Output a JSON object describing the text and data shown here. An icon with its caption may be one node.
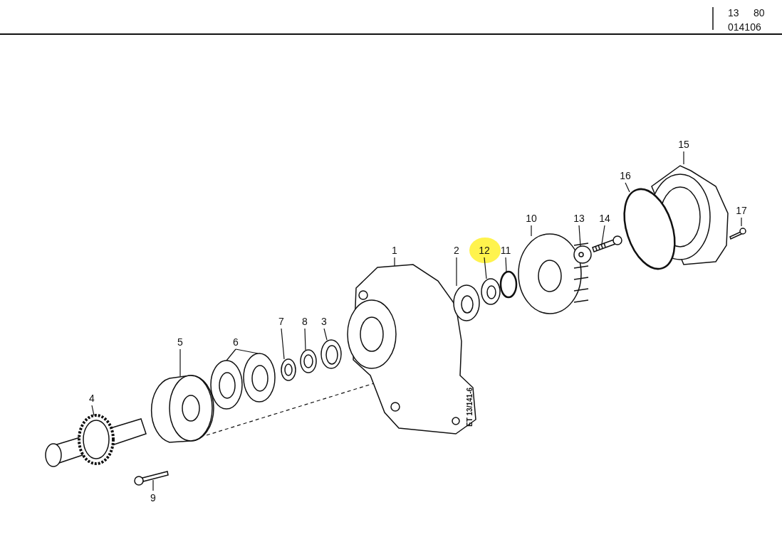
{
  "diagram": {
    "nodes": [
      {
        "text": [
          "1"
        ]
      },
      {
        "text": [
          "2"
        ]
      },
      {
        "text": [
          "3"
        ]
      },
      {
        "text": [
          "4"
        ]
      },
      {
        "text": [
          "5"
        ]
      },
      {
        "text": [
          "6"
        ]
      },
      {
        "text": [
          "7"
        ]
      },
      {
        "text": [
          "8"
        ]
      },
      {
        "text": [
          "9"
        ]
      },
      {
        "text": [
          "10"
        ]
      },
      {
        "text": [
          "11"
        ]
      },
      {
        "text": [
          "12"
        ]
      },
      {
        "text": [
          "13"
        ]
      },
      {
        "text": [
          "14"
        ]
      },
      {
        "text": [
          "15"
        ]
      },
      {
        "text": [
          "16"
        ]
      },
      {
        "text": [
          "17"
        ]
      },
      {
        "text": [],
        "shape": "picture"
      },
      {
        "text": [],
        "shape": "picture"
      },
      {
        "text": [],
        "shape": "picture"
      },
      {
        "text": [],
        "shape": "picture"
      },
      {
        "text": [],
        "shape": "picture"
      },
      {
        "text": [],
        "shape": "picture"
      },
      {
        "text": [],
        "shape": "picture"
      },
      {
        "text": [],
        "shape": "picture"
      },
      {
        "text": [],
        "shape": "picture"
      },
      {
        "text": [],
        "shape": "picture"
      },
      {
        "text": [],
        "shape": "picture"
      },
      {
        "text": [],
        "shape": "circle"
      },
      {
        "text": [],
        "shape": "picture"
      },
      {
        "text": [],
        "shape": "picture"
      },
      {
        "text": [],
        "shape": "picture"
      },
      {
        "text": [],
        "shape": "picture"
      },
      {
        "text": [],
        "shape": "circle"
      },
      {
        "text": [],
        "shape": "picture"
      }
    ],
    "edges": [
      {
        "from": 0,
        "to": 17,
        "arrow": "none"
      },
      {
        "from": 1,
        "to": 18,
        "arrow": "none"
      },
      {
        "from": 2,
        "to": 19,
        "arrow": "none"
      },
      {
        "from": 3,
        "to": 20,
        "arrow": "none"
      },
      {
        "from": 4,
        "to": 21,
        "arrow": "none"
      },
      {
        "from": 5,
        "to": 22,
        "arrow": "none"
      },
      {
        "from": 5,
        "to": 23,
        "arrow": "none"
      },
      {
        "from": 6,
        "to": 24,
        "arrow": "none"
      },
      {
        "from": 7,
        "to": 25,
        "arrow": "none"
      },
      {
        "from": 8,
        "to": 26,
        "arrow": "none"
      },
      {
        "from": 9,
        "to": 27,
        "arrow": "none"
      },
      {
        "from": 10,
        "to": 28,
        "arrow": "none"
      },
      {
        "from": 11,
        "to": 29,
        "arrow": "none"
      },
      {
        "from": 12,
        "to": 30,
        "arrow": "none"
      },
      {
        "from": 13,
        "to": 31,
        "arrow": "none"
      },
      {
        "from": 14,
        "to": 32,
        "arrow": "none"
      },
      {
        "from": 15,
        "to": 33,
        "arrow": "none"
      },
      {
        "from": 16,
        "to": 34,
        "arrow": "none"
      },
      {
        "from": 21,
        "to": 17,
        "arrow": "none",
        "style": "dashed"
      }
    ],
    "labels": [
      "13",
      "80",
      "014106",
      "ET 13/141-6"
    ]
  }
}
